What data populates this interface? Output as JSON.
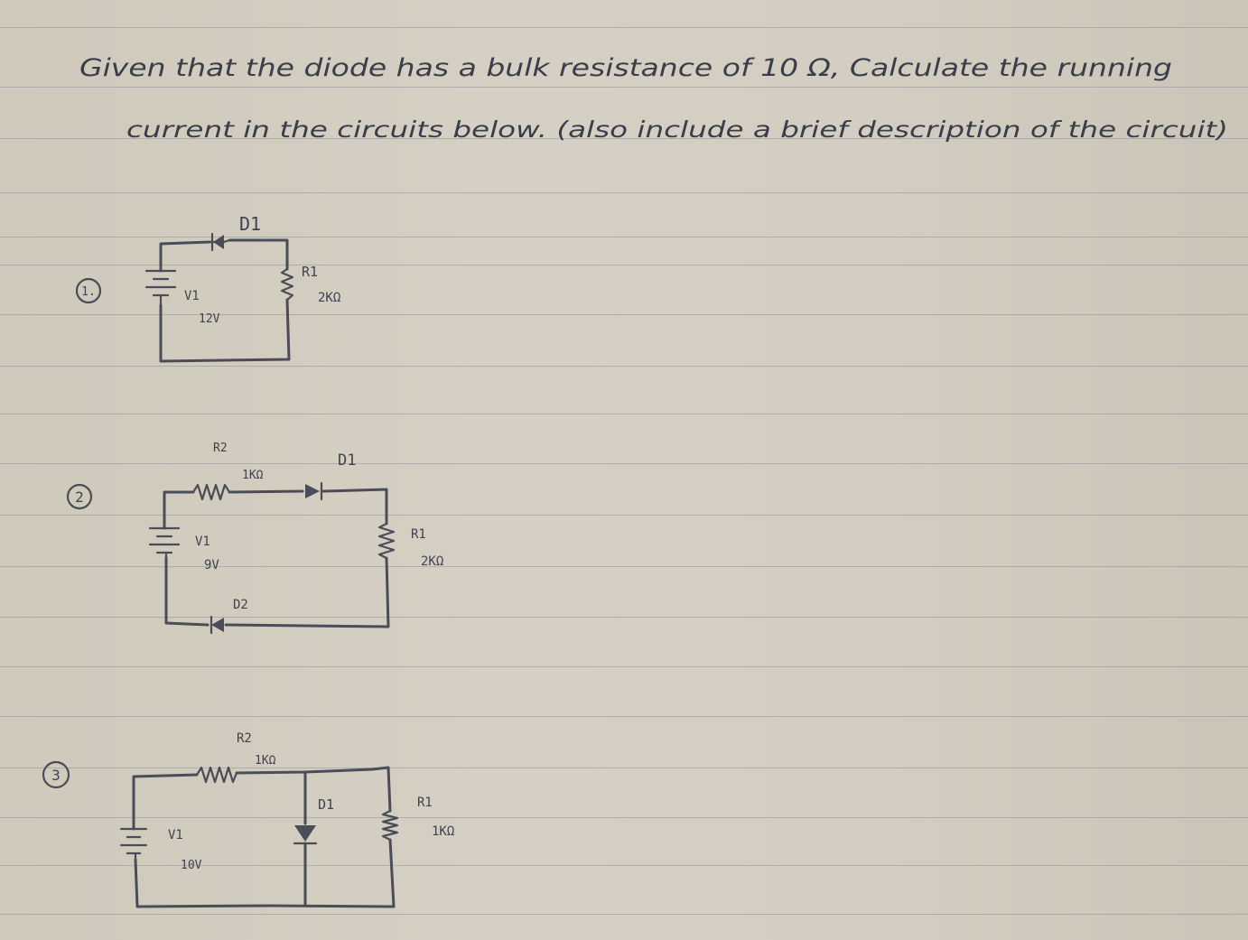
{
  "question": {
    "line1": "Given that the diode has a bulk resistance of 10 Ω, Calculate the running",
    "line2": "current in the circuits below. (also include a brief description of the circuit)"
  },
  "circuits": [
    {
      "number": "1.",
      "diode": "D1",
      "resistor": "R1",
      "resistor_value": "2KΩ",
      "source": "V1",
      "source_value": "12V"
    },
    {
      "number": "2",
      "resistor2": "R2",
      "resistor2_value": "1KΩ",
      "diode1": "D1",
      "resistor1": "R1",
      "resistor1_value": "2KΩ",
      "source": "V1",
      "source_value": "9V",
      "diode2": "D2"
    },
    {
      "number": "3",
      "resistor2": "R2",
      "resistor2_value": "1KΩ",
      "diode": "D1",
      "resistor1": "R1",
      "resistor1_value": "1KΩ",
      "source": "V1",
      "source_value": "10V"
    }
  ],
  "colors": {
    "ink": "#3a3d4a",
    "paper": "#d2ccbf",
    "rule": "#9fa2a8"
  }
}
